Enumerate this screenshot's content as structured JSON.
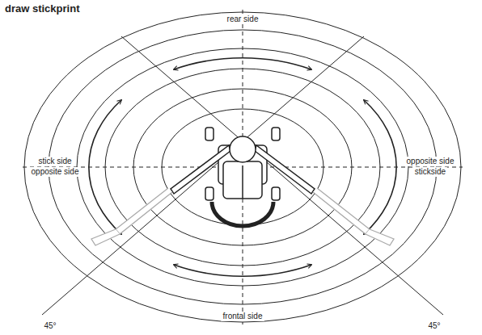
{
  "diagram": {
    "title": "draw stickprint",
    "labels": [
      "rear side",
      "stick side",
      "opposite side",
      "opposite side",
      "stickside",
      "frontal side",
      "45°",
      "45°"
    ]
  }
}
